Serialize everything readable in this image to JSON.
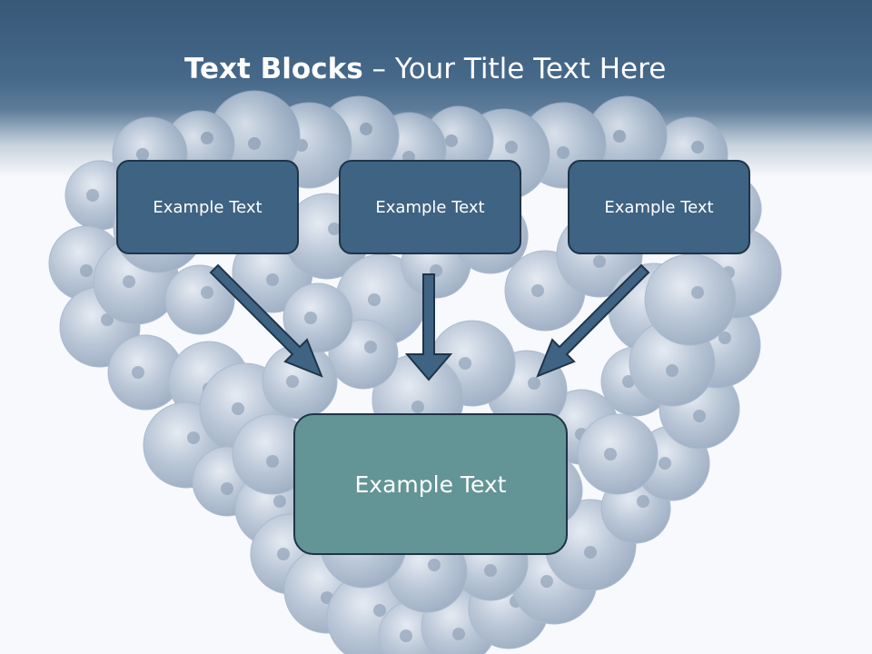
{
  "title": {
    "bold": "Text Blocks",
    "dash": " – ",
    "rest": "Your Title Text Here"
  },
  "boxes": [
    {
      "label": "Example Text"
    },
    {
      "label": "Example Text"
    },
    {
      "label": "Example Text"
    }
  ],
  "main_box": {
    "label": "Example Text"
  },
  "colors": {
    "header": "#46698a",
    "box_fill": "#3f6382",
    "main_box_fill": "#639496",
    "border": "#1f3448",
    "berry": "#b7c6d8"
  }
}
